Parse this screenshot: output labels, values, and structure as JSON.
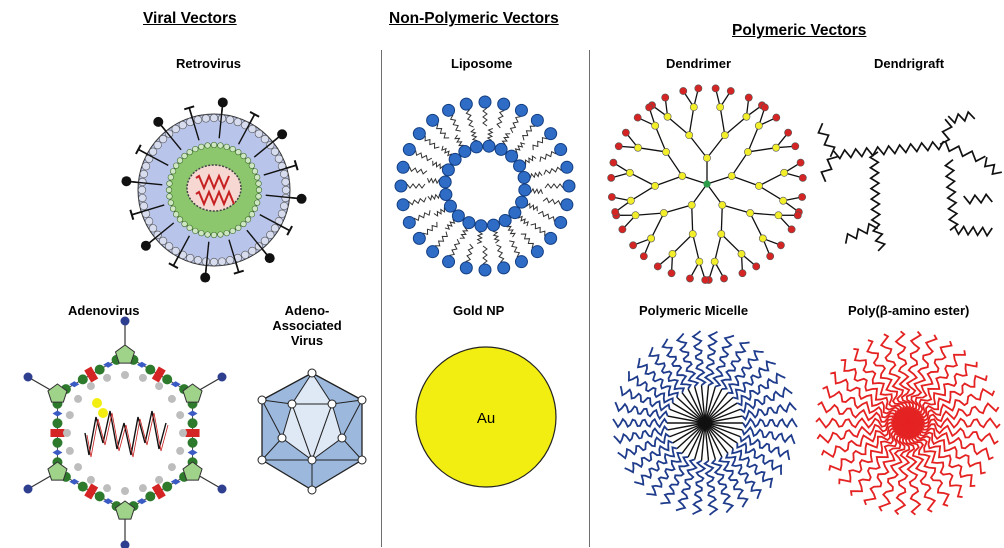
{
  "sections": {
    "viral": "Viral Vectors",
    "non_polymeric": "Non-Polymeric Vectors",
    "polymeric": "Polymeric Vectors"
  },
  "labels": {
    "retrovirus": "Retrovirus",
    "adenovirus": "Adenovirus",
    "aav_line1": "Adeno-",
    "aav_line2": "Associated",
    "aav_line3": "Virus",
    "liposome": "Liposome",
    "gold_np": "Gold NP",
    "gold_symbol": "Au",
    "dendrimer": "Dendrimer",
    "dendrigraft": "Dendrigraft",
    "polymeric_micelle": "Polymeric Micelle",
    "pbae": "Poly(β-amino ester)"
  },
  "colors": {
    "retro_envelope": "#b8c4ea",
    "retro_core": "#8cc76e",
    "retro_nucleus": "#f6d7d2",
    "rna": "#c62020",
    "liposome_head": "#2f6cc6",
    "gold": "#f3ee11",
    "aav_blue": "#9cb8dd",
    "dendrimer_node": "#f2ee2a",
    "dendrimer_end": "#d52424",
    "dendrimer_core": "#2d9c4a",
    "micelle_arm": "#1f3c8c",
    "pbae_arm": "#e52222",
    "adeno_pentagon": "#9fd38a",
    "adeno_knob": "#2f3f8f"
  }
}
